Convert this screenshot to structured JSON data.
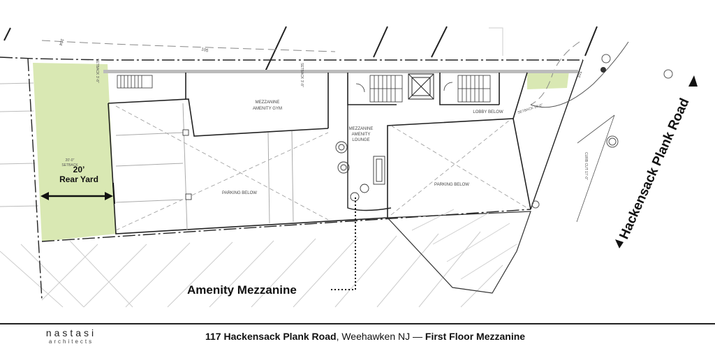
{
  "plan": {
    "rooms": {
      "gym_line1": "MEZZANINE",
      "gym_line2": "AMENITY GYM",
      "lounge_line1": "MEZZANINE",
      "lounge_line2": "AMENITY",
      "lounge_line3": "LOUNGE",
      "lobby": "LOBBY BELOW",
      "parking_left": "PARKING BELOW",
      "parking_right": "PARKING BELOW"
    },
    "setbacks": {
      "rear_dim": "20'-0\"",
      "rear_word": "SETBACK",
      "side_left": "SETBACK 3'-8\"",
      "side_mid": "SETBACK 3'-8\"",
      "front": "SETBACK 10'-0\"",
      "curb_cut": "CURB CUT 17'-0\""
    },
    "contours": {
      "c105": "105",
      "c104": "104",
      "c101": "101"
    },
    "annotations": {
      "yard_dim": "20’",
      "yard_label": "Rear Yard",
      "amenity_callout": "Amenity Mezzanine",
      "road_name": "Hackensack Plank Road"
    },
    "colors": {
      "yard_fill": "#d9e8b3",
      "line": "#222222",
      "hatch": "#c8c8c8"
    }
  },
  "footer": {
    "brand_name": "nastasi",
    "brand_sub": "architects",
    "address_bold": "117 Hackensack Plank Road",
    "address_city": ", Weehawken NJ — ",
    "title_bold": "First Floor Mezzanine"
  }
}
